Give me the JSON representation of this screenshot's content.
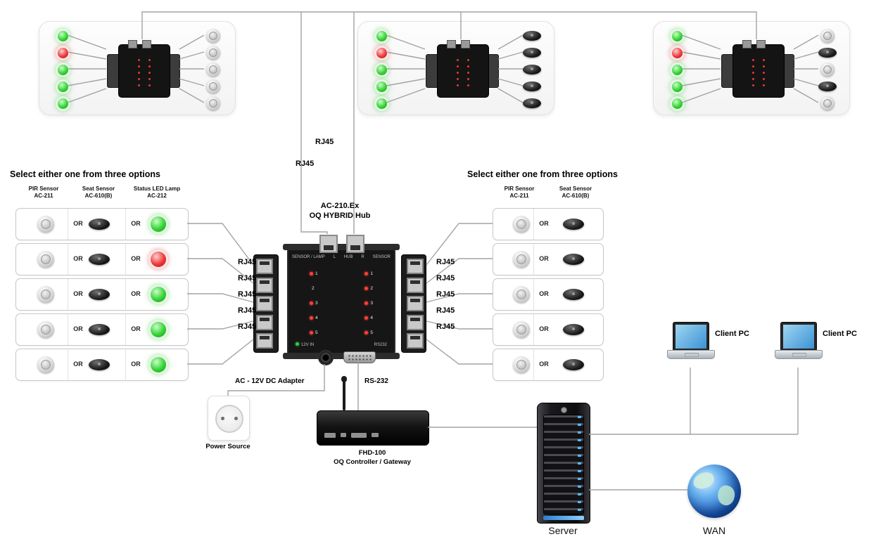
{
  "headings": {
    "left": "Select either one from three options",
    "right": "Select either one from three options"
  },
  "labels": {
    "rj45": "RJ45",
    "or": "OR",
    "ac_adapter": "AC - 12V DC Adapter",
    "rs232_link": "RS-232",
    "power_source": "Power Source",
    "server": "Server",
    "wan": "WAN",
    "client_pc": "Client PC"
  },
  "hub": {
    "model": "AC-210.Ex",
    "title": "OQ HYBRID Hub",
    "panel": {
      "sensor_lamp": "SENSOR / LAMP",
      "l": "L",
      "hub_mid": "HUB",
      "r": "R",
      "sensor": "SENSOR",
      "power_in": "12V IN",
      "rs232": "RS232"
    },
    "channel_numbers": [
      "1",
      "2",
      "3",
      "4",
      "5"
    ]
  },
  "gateway": {
    "model": "FHD-100",
    "title": "OQ Controller / Gateway"
  },
  "option_columns_left": [
    {
      "name": "PIR Sensor",
      "model": "AC-211"
    },
    {
      "name": "Seat Sensor",
      "model": "AC-610(B)"
    },
    {
      "name": "Status LED Lamp",
      "model": "AC-212"
    }
  ],
  "option_columns_right": [
    {
      "name": "PIR Sensor",
      "model": "AC-211"
    },
    {
      "name": "Seat Sensor",
      "model": "AC-610(B)"
    }
  ],
  "left_rows": [
    {
      "led": "green"
    },
    {
      "led": "red"
    },
    {
      "led": "green"
    },
    {
      "led": "green"
    },
    {
      "led": "green"
    }
  ],
  "top_panels": [
    {
      "leds": [
        "green",
        "red",
        "green",
        "green",
        "green"
      ],
      "sensors": [
        "dome",
        "dome",
        "dome",
        "dome",
        "dome"
      ]
    },
    {
      "leds": [
        "green",
        "red",
        "green",
        "green",
        "green"
      ],
      "sensors": [
        "seat",
        "seat",
        "seat",
        "seat",
        "seat"
      ]
    },
    {
      "leds": [
        "green",
        "red",
        "green",
        "green",
        "green"
      ],
      "sensors": [
        "dome",
        "seat",
        "dome",
        "seat",
        "dome"
      ]
    }
  ],
  "colors": {
    "led_green": "#2ecc2e",
    "led_red": "#e53030",
    "wire_gray": "#a3a3a3",
    "server_led_blue": "#55b8ff"
  }
}
